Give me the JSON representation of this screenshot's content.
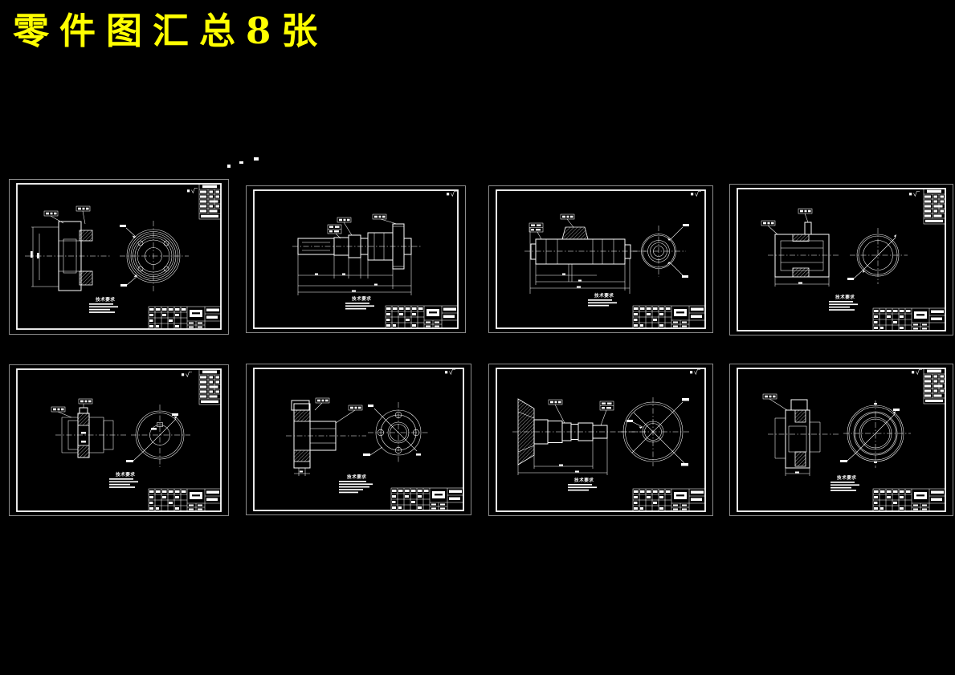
{
  "page": {
    "background": "#000000",
    "title": "零件图汇总8张",
    "title_color": "#ffff00",
    "line_color": "#ffffff",
    "sheet_count": 8
  },
  "sheets": [
    {
      "name": "sheet-1",
      "part": "ring gear - section view and front view with bolt circle",
      "tech_label": "技术要求",
      "has_param_table": true
    },
    {
      "name": "sheet-2",
      "part": "stepped transmission shaft - side view with dimension chains",
      "tech_label": "技术要求",
      "has_param_table": false
    },
    {
      "name": "sheet-3",
      "part": "worm shaft with keyway - section view and end view",
      "tech_label": "技术要求",
      "has_param_table": false
    },
    {
      "name": "sheet-4",
      "part": "gear hub - section view and front view",
      "tech_label": "技术要求",
      "has_param_table": true
    },
    {
      "name": "sheet-5",
      "part": "gear with keyed bore - section view and front view",
      "tech_label": "技术要求",
      "has_param_table": true
    },
    {
      "name": "sheet-6",
      "part": "bearing flange - section view and front view with four holes",
      "tech_label": "技术要求",
      "has_param_table": false
    },
    {
      "name": "sheet-7",
      "part": "bevel gear shaft - side view and wheel end view",
      "tech_label": "技术要求",
      "has_param_table": false
    },
    {
      "name": "sheet-8",
      "part": "gear blank - section view and front view",
      "tech_label": "技术要求",
      "has_param_table": true
    }
  ]
}
